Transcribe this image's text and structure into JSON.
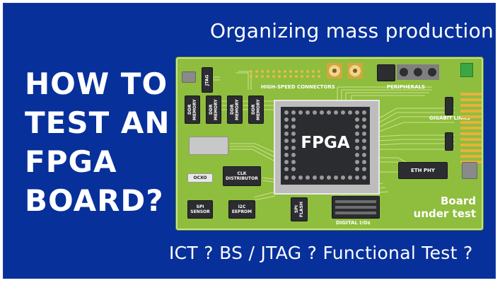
{
  "subtitle": "Organizing mass production",
  "title_lines": [
    "HOW TO",
    "TEST AN",
    "FPGA",
    "BOARD?"
  ],
  "bottom_text": "ICT ? BS / JTAG ? Functional Test ?",
  "board": {
    "fpga": "FPGA",
    "jtag": "JTAG",
    "high_speed": "HIGH-SPEED CONNECTORS",
    "peripherals": "PERIPHERALS",
    "gigabit": "GIGABIT\nLINKS",
    "ddr": "DDR\nMEMORY",
    "ocxo": "OCXO",
    "clk": "CLK\nDISTRIBUTOR",
    "eth": "ETH PHY",
    "spi_sensor": "SPI\nSENSOR",
    "i2c": "I2C\nEEPROM",
    "spi_flash": "SPI\nFLASH",
    "digital": "DIGITAL I/Os",
    "note_line1": "Board",
    "note_line2": "under test"
  },
  "colors": {
    "background": "#07309a",
    "board": "#8fbd3e",
    "chip": "#2c2d31",
    "gold": "#e6b23c"
  }
}
